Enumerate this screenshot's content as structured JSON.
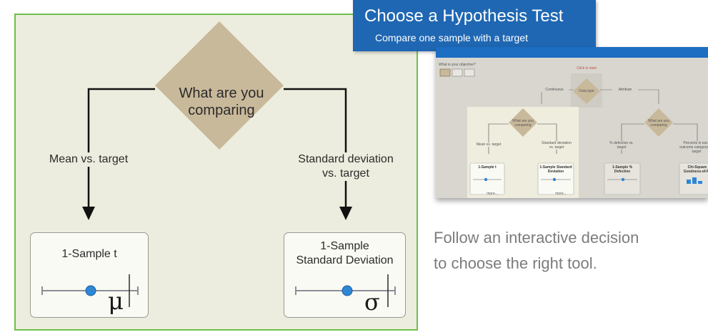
{
  "banner": {
    "title": "Choose a Hypothesis Test",
    "subtitle": "Compare one sample with a target",
    "color": "#1f67b3"
  },
  "flowchart": {
    "decision": {
      "line1": "What are you",
      "line2": "comparing",
      "icon": "diamond-shape"
    },
    "branches": [
      {
        "label_lines": [
          "Mean vs. target"
        ]
      },
      {
        "label_lines": [
          "Standard deviation",
          "vs. target"
        ]
      }
    ],
    "tools": [
      {
        "title_lines": [
          "1-Sample t"
        ],
        "symbol": "μ",
        "icon": "number-line-icon"
      },
      {
        "title_lines": [
          "1-Sample",
          "Standard Deviation"
        ],
        "symbol": "σ",
        "icon": "number-line-icon"
      }
    ],
    "accent_border": "#6cc04a",
    "diamond_color": "#c9b99b",
    "dot_color": "#2f86d6"
  },
  "thumbnail": {
    "objective_label": "What is your objective?",
    "click_to_start": "Click to start",
    "data_type": "Data type",
    "continuous": "Continuous",
    "attribute": "Attribute",
    "decision": "What are you comparing",
    "branches": [
      "Mean vs. target",
      "Standard deviation vs. target",
      "% defective vs. target",
      "Percents in each outcome category vs. target"
    ],
    "tools": [
      "1-Sample t",
      "1-Sample Standard Deviation",
      "1-Sample % Defective",
      "Chi-Square Goodness-of-Fit"
    ],
    "more": "more..."
  },
  "caption": {
    "line1": "Follow an interactive decision",
    "line2": "to choose the right tool."
  }
}
